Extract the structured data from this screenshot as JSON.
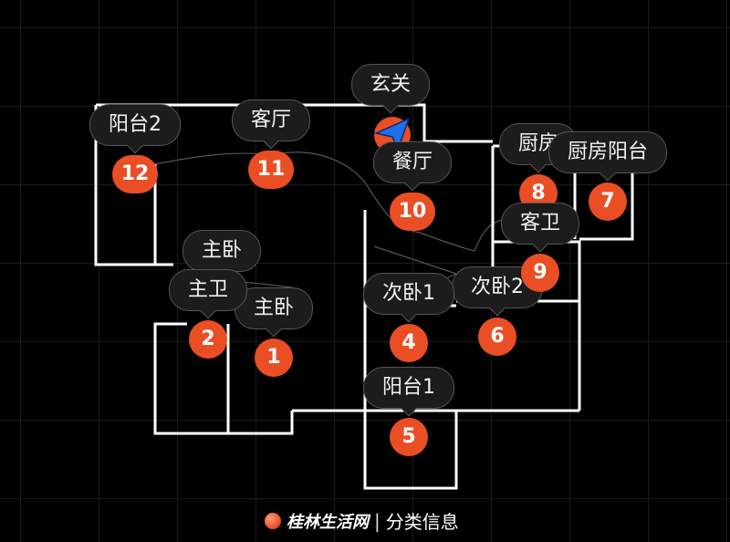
{
  "map": {
    "rooms": [
      {
        "label": "玄关",
        "number": ""
      },
      {
        "label": "阳台2",
        "number": "12"
      },
      {
        "label": "客厅",
        "number": "11"
      },
      {
        "label": "餐厅",
        "number": "10"
      },
      {
        "label": "厨房",
        "number": "8"
      },
      {
        "label": "厨房阳台",
        "number": "7"
      },
      {
        "label": "客卫",
        "number": "9"
      },
      {
        "label": "主卧",
        "number": ""
      },
      {
        "label": "主卫",
        "number": "2"
      },
      {
        "label": "主卧",
        "number": "1"
      },
      {
        "label": "次卧1",
        "number": "4"
      },
      {
        "label": "次卧2",
        "number": "6"
      },
      {
        "label": "阳台1",
        "number": "5"
      }
    ],
    "colors": {
      "pin": "#ea4e25",
      "robot": "#1e6fe8",
      "wall": "#ffffff"
    }
  },
  "watermark": {
    "brand": "桂林生活网",
    "separator": "|",
    "text": "分类信息"
  }
}
